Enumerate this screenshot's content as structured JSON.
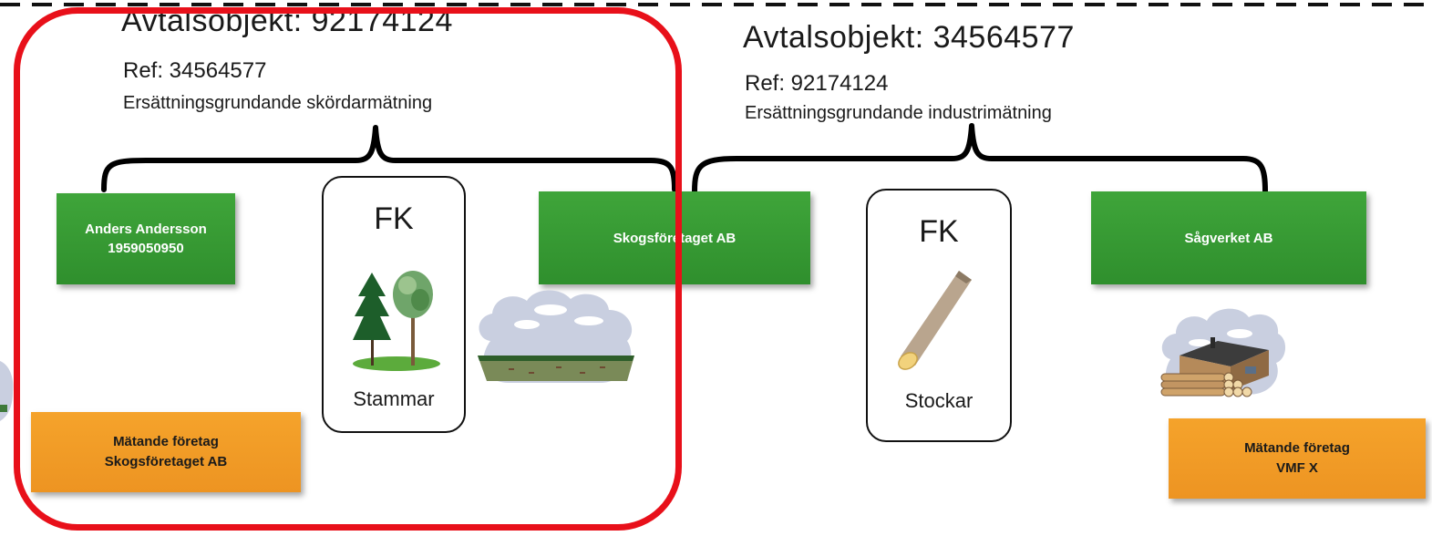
{
  "colors": {
    "green": "#349a31",
    "orange": "#f29b26",
    "highlight_red": "#e8101a",
    "brace": "#000000"
  },
  "agreements": [
    {
      "title": "Avtalsobjekt: 92174124",
      "ref": "Ref: 34564577",
      "description": "Ersättningsgrundande skördarmätning"
    },
    {
      "title": "Avtalsobjekt: 34564577",
      "ref": "Ref: 92174124",
      "description": "Ersättningsgrundande industrimätning"
    }
  ],
  "parties": {
    "owner": {
      "name": "Anders Andersson",
      "id": "1959050950"
    },
    "forest_company": {
      "name": "Skogsföretaget AB"
    },
    "sawmill": {
      "name": "Sågverket AB"
    }
  },
  "measuring": [
    {
      "label": "Mätande företag",
      "company": "Skogsföretaget AB"
    },
    {
      "label": "Mätande företag",
      "company": "VMF X"
    }
  ],
  "fk_cards": [
    {
      "label": "FK",
      "caption": "Stammar",
      "icon": "trees-icon"
    },
    {
      "label": "FK",
      "caption": "Stockar",
      "icon": "log-icon"
    }
  ],
  "illustrations": [
    "forest-cloud-icon",
    "sawmill-cloud-icon"
  ]
}
